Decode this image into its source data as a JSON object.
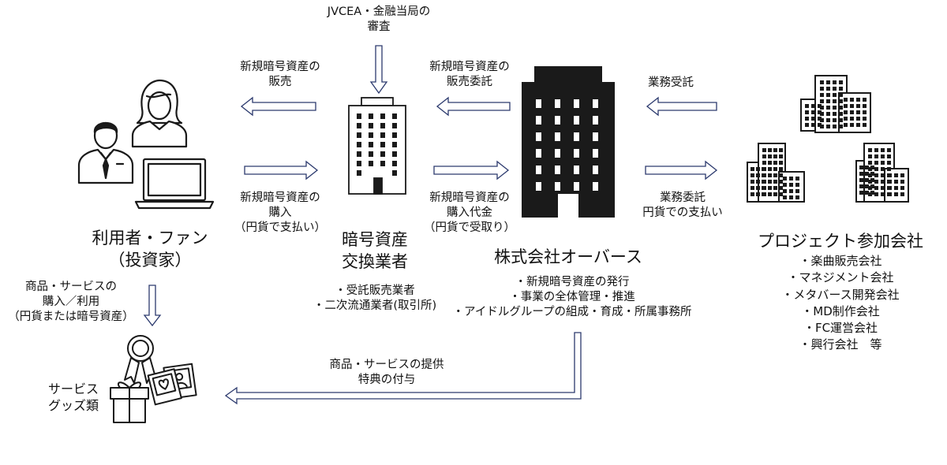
{
  "jvcea_review": [
    "JVCEA・金融当局の",
    "審査"
  ],
  "arrow_sale": [
    "新規暗号資産の",
    "販売"
  ],
  "arrow_sale_consign": [
    "新規暗号資産の",
    "販売委託"
  ],
  "arrow_business_consign_top": "業務受託",
  "arrow_purchase": [
    "新規暗号資産の",
    "購入",
    "（円貨で支払い）"
  ],
  "arrow_purchase_payment": [
    "新規暗号資産の",
    "購入代金",
    "（円貨で受取り）"
  ],
  "arrow_business_consign_bottom": [
    "業務委託",
    "円貨での支払い"
  ],
  "users": {
    "title": [
      "利用者・ファン",
      "（投資家）"
    ]
  },
  "exchange": {
    "title": [
      "暗号資産",
      "交換業者"
    ],
    "items": [
      "・受託販売業者",
      "・二次流通業者(取引所)"
    ]
  },
  "company": {
    "title": "株式会社オーバース",
    "items": [
      "・新規暗号資産の発行",
      "・事業の全体管理・推進",
      "・アイドルグループの組成・育成・所属事務所"
    ]
  },
  "projects": {
    "title": "プロジェクト参加会社",
    "items": [
      "・楽曲販売会社",
      "・マネジメント会社",
      "・メタバース開発会社",
      "・MD制作会社",
      "・FC運営会社",
      "・興行会社　等"
    ]
  },
  "arrow_goods_purchase": [
    "商品・サービスの",
    "購入／利用",
    "（円貨または暗号資産）"
  ],
  "arrow_goods_provide": [
    "商品・サービスの提供",
    "特典の付与"
  ],
  "goods": {
    "title": [
      "サービス",
      "グッズ類"
    ]
  },
  "colors": {
    "arrow_stroke": "#2c3a6e",
    "icon_stroke": "#1a1a1a"
  }
}
